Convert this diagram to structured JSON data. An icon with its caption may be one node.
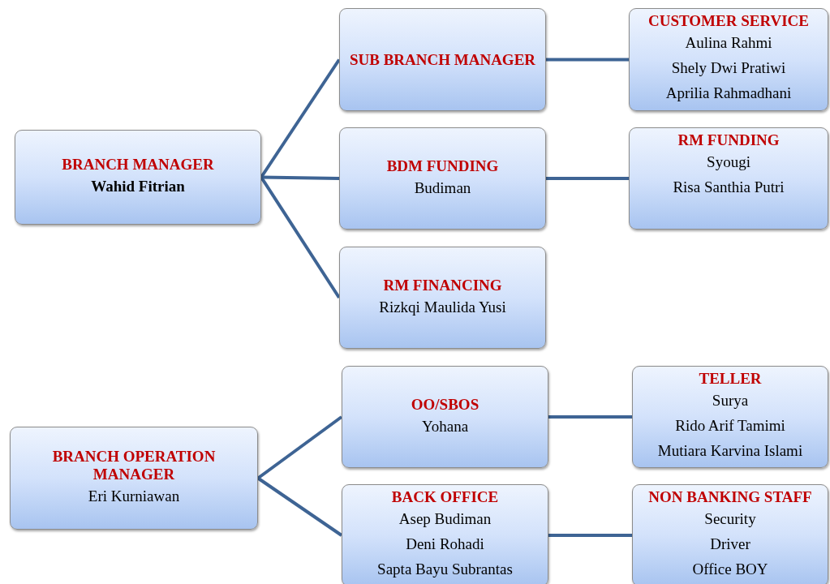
{
  "diagram": {
    "nodes": [
      {
        "text": [
          "BRANCH MANAGER",
          "Wahid Fitrian"
        ]
      },
      {
        "text": [
          "SUB BRANCH MANAGER"
        ]
      },
      {
        "text": [
          "BDM FUNDING",
          "Budiman"
        ]
      },
      {
        "text": [
          "RM FINANCING",
          "Rizkqi Maulida Yusi"
        ]
      },
      {
        "text": [
          "CUSTOMER SERVICE",
          "Aulina Rahmi",
          "Shely Dwi Pratiwi",
          "Aprilia Rahmadhani"
        ]
      },
      {
        "text": [
          "RM FUNDING",
          "Syougi",
          "Risa Santhia Putri"
        ]
      },
      {
        "text": [
          "BRANCH OPERATION MANAGER",
          "Eri Kurniawan"
        ]
      },
      {
        "text": [
          "OO/SBOS",
          "Yohana"
        ]
      },
      {
        "text": [
          "TELLER",
          "Surya",
          "Rido Arif Tamimi",
          "Mutiara Karvina Islami"
        ]
      },
      {
        "text": [
          "BACK OFFICE",
          "Asep Budiman",
          "Deni Rohadi",
          "Sapta Bayu Subrantas"
        ]
      },
      {
        "text": [
          "NON BANKING STAFF",
          "Security",
          "Driver",
          "Office BOY"
        ]
      }
    ],
    "edges": [
      {
        "from": 0,
        "to": 1,
        "arrow": "none"
      },
      {
        "from": 0,
        "to": 2,
        "arrow": "none"
      },
      {
        "from": 0,
        "to": 3,
        "arrow": "none"
      },
      {
        "from": 1,
        "to": 4,
        "arrow": "none"
      },
      {
        "from": 2,
        "to": 5,
        "arrow": "none"
      },
      {
        "from": 6,
        "to": 7,
        "arrow": "none"
      },
      {
        "from": 6,
        "to": 9,
        "arrow": "none"
      },
      {
        "from": 7,
        "to": 8,
        "arrow": "none"
      },
      {
        "from": 9,
        "to": 10,
        "arrow": "none"
      }
    ]
  }
}
